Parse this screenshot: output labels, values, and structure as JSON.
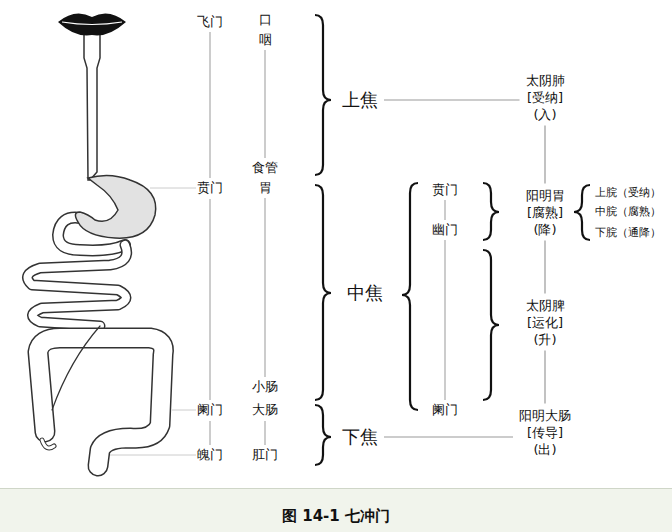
{
  "diagram": {
    "caption": "图 14-1 七冲门",
    "nodes": [
      {
        "text": [
          "上焦"
        ]
      },
      {
        "text": [
          "中焦"
        ]
      },
      {
        "text": [
          "下焦"
        ]
      },
      {
        "text": [
          "太阴肺",
          "[受纳]",
          "(入)"
        ]
      },
      {
        "text": [
          "阳明胃",
          "[腐熟]",
          "(降)"
        ]
      },
      {
        "text": [
          "太阴脾",
          "[运化]",
          "(升)"
        ]
      },
      {
        "text": [
          "阳明大肠",
          "[传导]",
          "(出)"
        ]
      }
    ],
    "edges": [
      {
        "from": 0,
        "to": 3,
        "arrow": "none"
      },
      {
        "from": 2,
        "to": 6,
        "arrow": "none"
      },
      {
        "from": 3,
        "to": 4,
        "arrow": "none"
      },
      {
        "from": 4,
        "to": 5,
        "arrow": "none"
      },
      {
        "from": 5,
        "to": 6,
        "arrow": "none"
      }
    ],
    "labels": [
      "飞门",
      "口",
      "咽",
      "食管",
      "贲门",
      "胃",
      "小肠",
      "阑门",
      "大肠",
      "魄门",
      "肛门",
      "贲门",
      "幽门",
      "阑门",
      "上脘（受纳）",
      "中脘（腐熟）",
      "下脘（通降）"
    ]
  }
}
